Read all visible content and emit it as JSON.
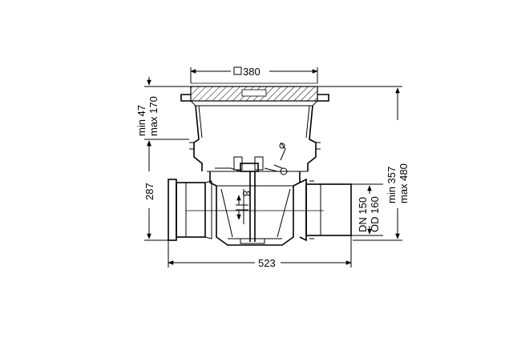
{
  "dimensions": {
    "frame_size": "380",
    "frame_size_symbol": "□",
    "overall_width": "523",
    "body_height": "287",
    "extension_min": "min 47",
    "extension_max": "max 170",
    "total_min": "min 357",
    "total_max": "max 480",
    "pipe_dn": "DN 150",
    "pipe_od": "OD 160",
    "gap": "8"
  },
  "colors": {
    "line": "#000000",
    "background": "#ffffff"
  }
}
